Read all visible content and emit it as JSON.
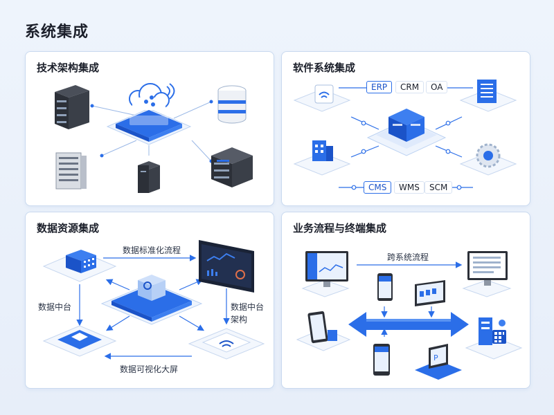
{
  "page": {
    "title": "系统集成"
  },
  "panels": {
    "tech": {
      "title": "技术架构集成"
    },
    "software": {
      "title": "软件系统集成",
      "top_tags": [
        "ERP",
        "CRM",
        "OA"
      ],
      "bottom_tags": [
        "CMS",
        "WMS",
        "SCM"
      ]
    },
    "data": {
      "title": "数据资源集成",
      "labels": {
        "standardize": "数据标准化流程",
        "middle": "数据中台",
        "arch_line1": "数据中台",
        "arch_line2": "架构",
        "visual": "数据可视化大屏"
      }
    },
    "business": {
      "title": "业务流程与终端集成",
      "labels": {
        "cross": "跨系统流程"
      }
    }
  },
  "colors": {
    "accent": "#2b6ee8",
    "accent_light": "#dfeafc",
    "dark_server": "#2c3038",
    "line": "#7fa6e4"
  }
}
